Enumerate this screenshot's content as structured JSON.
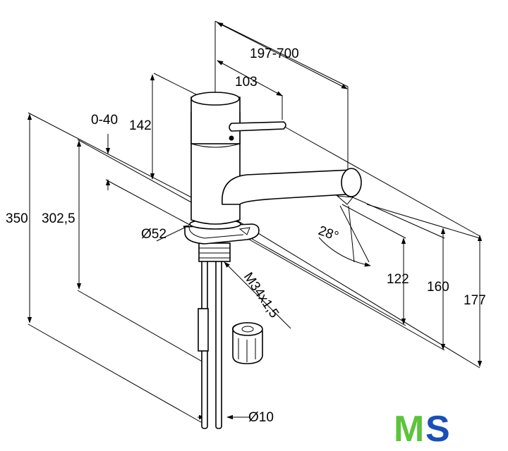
{
  "dimensions": {
    "reach": "197-700",
    "lever": "103",
    "deck_thickness": "0-40",
    "body_height": "142",
    "total_height": "350",
    "below_deck": "302,5",
    "base_diameter": "Ø52",
    "thread": "M34x1,5",
    "spout_angle": "28°",
    "spout_height_122": "122",
    "spout_height_160": "160",
    "spout_height_177": "177",
    "hose_diameter": "Ø10"
  },
  "logo": {
    "text_m": "M",
    "text_s": "S",
    "color_m": "#5cc43a",
    "color_s": "#1a4fb8"
  }
}
